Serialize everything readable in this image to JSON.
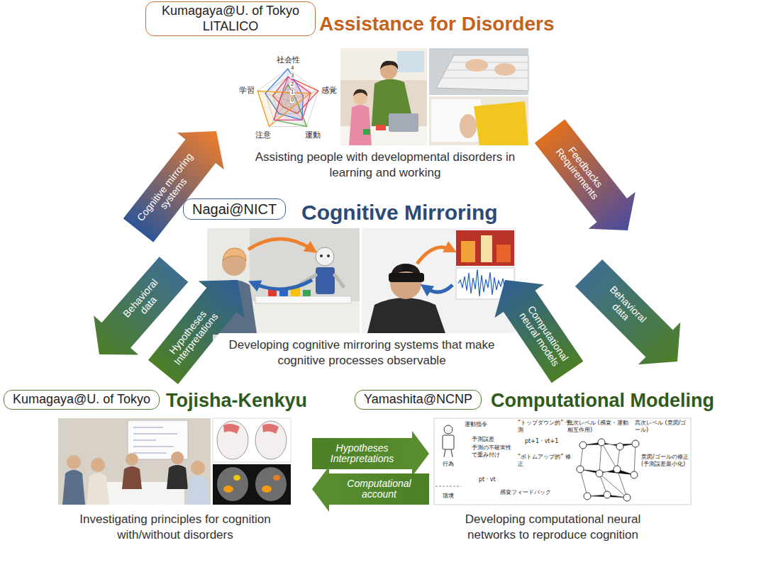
{
  "diagram": {
    "nodes": [
      {
        "text": [
          "Assistance for Disorders"
        ]
      },
      {
        "text": [
          "Kumagaya@U. of Tokyo LITALICO"
        ],
        "in": 0
      },
      {
        "text": [
          "Assisting people with developmental disorders in learning and working"
        ],
        "in": 0
      },
      {
        "text": [
          "Cognitive Mirroring"
        ]
      },
      {
        "text": [
          "Nagai@NICT"
        ],
        "in": 3
      },
      {
        "text": [
          "Developing cognitive mirroring systems that make cognitive processes observable"
        ],
        "in": 3
      },
      {
        "text": [
          "Tojisha-Kenkyu"
        ]
      },
      {
        "text": [
          "Kumagaya@U. of Tokyo"
        ],
        "in": 6
      },
      {
        "text": [
          "Investigating principles for cognition with/without disorders"
        ],
        "in": 6
      },
      {
        "text": [
          "Computational Modeling"
        ]
      },
      {
        "text": [
          "Yamashita@NCNP"
        ],
        "in": 9
      },
      {
        "text": [
          "Developing computational neural networks to reproduce cognition"
        ],
        "in": 9
      }
    ],
    "edges": [
      {
        "from": 3,
        "to": 0,
        "label": "Cognitive mirroring systems",
        "arrow": "to"
      },
      {
        "from": 0,
        "to": 3,
        "label": "Feedbacks Requirements",
        "arrow": "to"
      },
      {
        "from": 3,
        "to": 6,
        "label": "Behavioral data",
        "arrow": "to"
      },
      {
        "from": 6,
        "to": 3,
        "label": "Hypotheses Interpretations",
        "arrow": "to"
      },
      {
        "from": 9,
        "to": 3,
        "label": "Computational neural models",
        "arrow": "to"
      },
      {
        "from": 3,
        "to": 9,
        "label": "Behavioral data",
        "arrow": "to"
      },
      {
        "from": 6,
        "to": 9,
        "label": "Hypotheses Interpretations",
        "arrow": "to"
      },
      {
        "from": 9,
        "to": 6,
        "label": "Computational account",
        "arrow": "to"
      }
    ],
    "labels": [
      "社会性",
      "感覚",
      "運動",
      "注意",
      "学習",
      "4",
      "3",
      "2",
      "1",
      "0",
      "運動指令",
      "“トップダウン的” 予測",
      "低次レベル (感覚・運動相互作用)",
      "高次レベル (意図/ゴール)",
      "予測誤差",
      "pt+1 · vt+1",
      "予測の不確実性 で重み付け",
      "“ボトムアップ的” 修正",
      "意図/ゴールの修正 (予測誤差最小化)",
      "行為",
      "pt · vt",
      "感覚フィードバック",
      "環境"
    ]
  }
}
